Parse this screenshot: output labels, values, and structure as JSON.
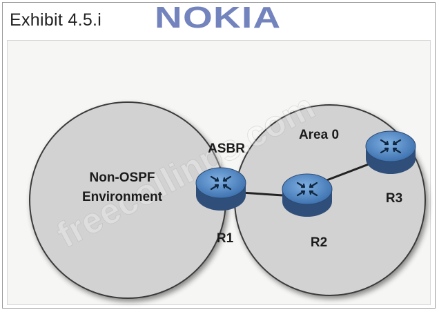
{
  "header": {
    "title": "Exhibit 4.5.i",
    "logo_text": "NOKIA"
  },
  "diagram": {
    "regions": [
      {
        "id": "non-ospf",
        "label_line1": "Non-OSPF",
        "label_line2": "Environment"
      },
      {
        "id": "area0",
        "label": "Area 0"
      }
    ],
    "routers": [
      {
        "id": "R1",
        "label": "R1",
        "role_label": "ASBR"
      },
      {
        "id": "R2",
        "label": "R2"
      },
      {
        "id": "R3",
        "label": "R3"
      }
    ],
    "links": [
      {
        "from": "R1",
        "to": "R2"
      },
      {
        "from": "R2",
        "to": "R3"
      }
    ]
  },
  "watermark": "freecollinps.com",
  "colors": {
    "region_fill": "#d2d2d2",
    "region_stroke": "#3a3a3a",
    "router_top": "#5a8ec9",
    "router_side": "#2f4f7a",
    "logo": "#7383bd",
    "link": "#222222"
  }
}
